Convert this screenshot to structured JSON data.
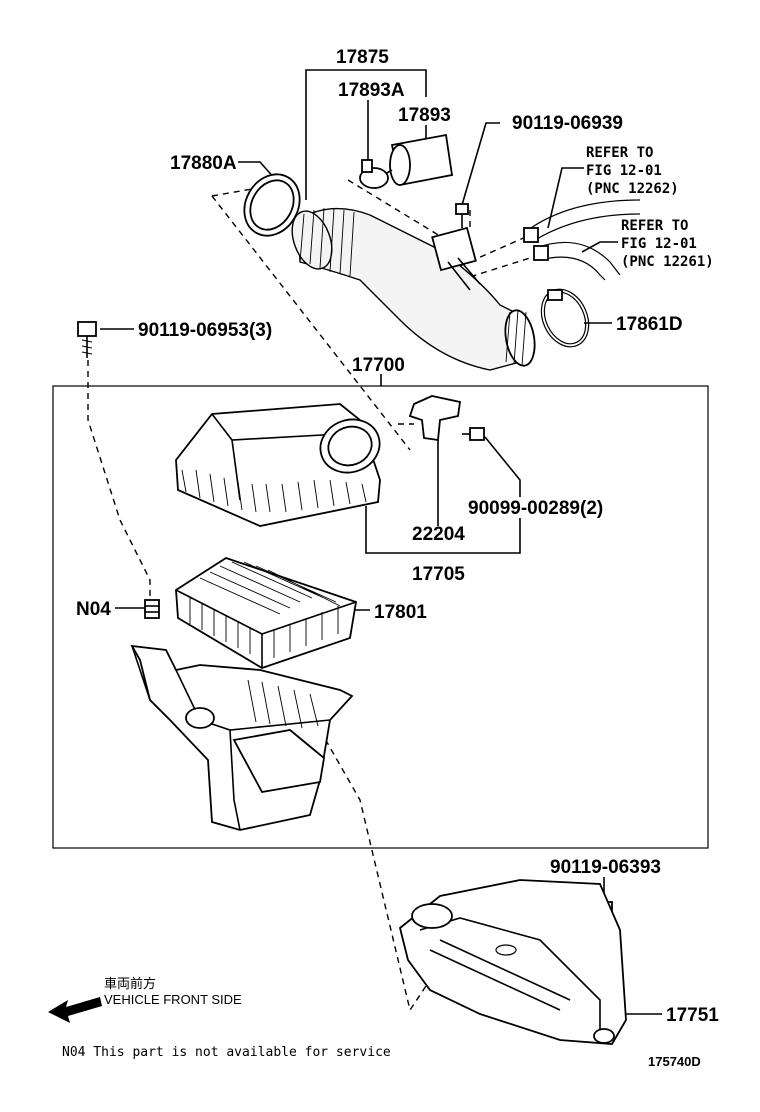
{
  "parts": {
    "p17875": "17875",
    "p17893A": "17893A",
    "p17893": "17893",
    "p90119_06939": "90119-06939",
    "p17880A": "17880A",
    "p17861D": "17861D",
    "p90119_06953": "90119-06953(3)",
    "p17700": "17700",
    "p90099_00289": "90099-00289(2)",
    "p22204": "22204",
    "p17705": "17705",
    "pN04": "N04",
    "p17801": "17801",
    "p90119_06393": "90119-06393",
    "p17751": "17751"
  },
  "refs": {
    "ref1_line1": "REFER TO",
    "ref1_line2": "FIG 12-01",
    "ref1_line3": "(PNC 12262)",
    "ref2_line1": "REFER TO",
    "ref2_line2": "FIG 12-01",
    "ref2_line3": "(PNC 12261)"
  },
  "direction": {
    "japanese": "車両前方",
    "english": "VEHICLE FRONT SIDE"
  },
  "footnote": "N04 This part is not available for service",
  "diagram_id": "175740D"
}
